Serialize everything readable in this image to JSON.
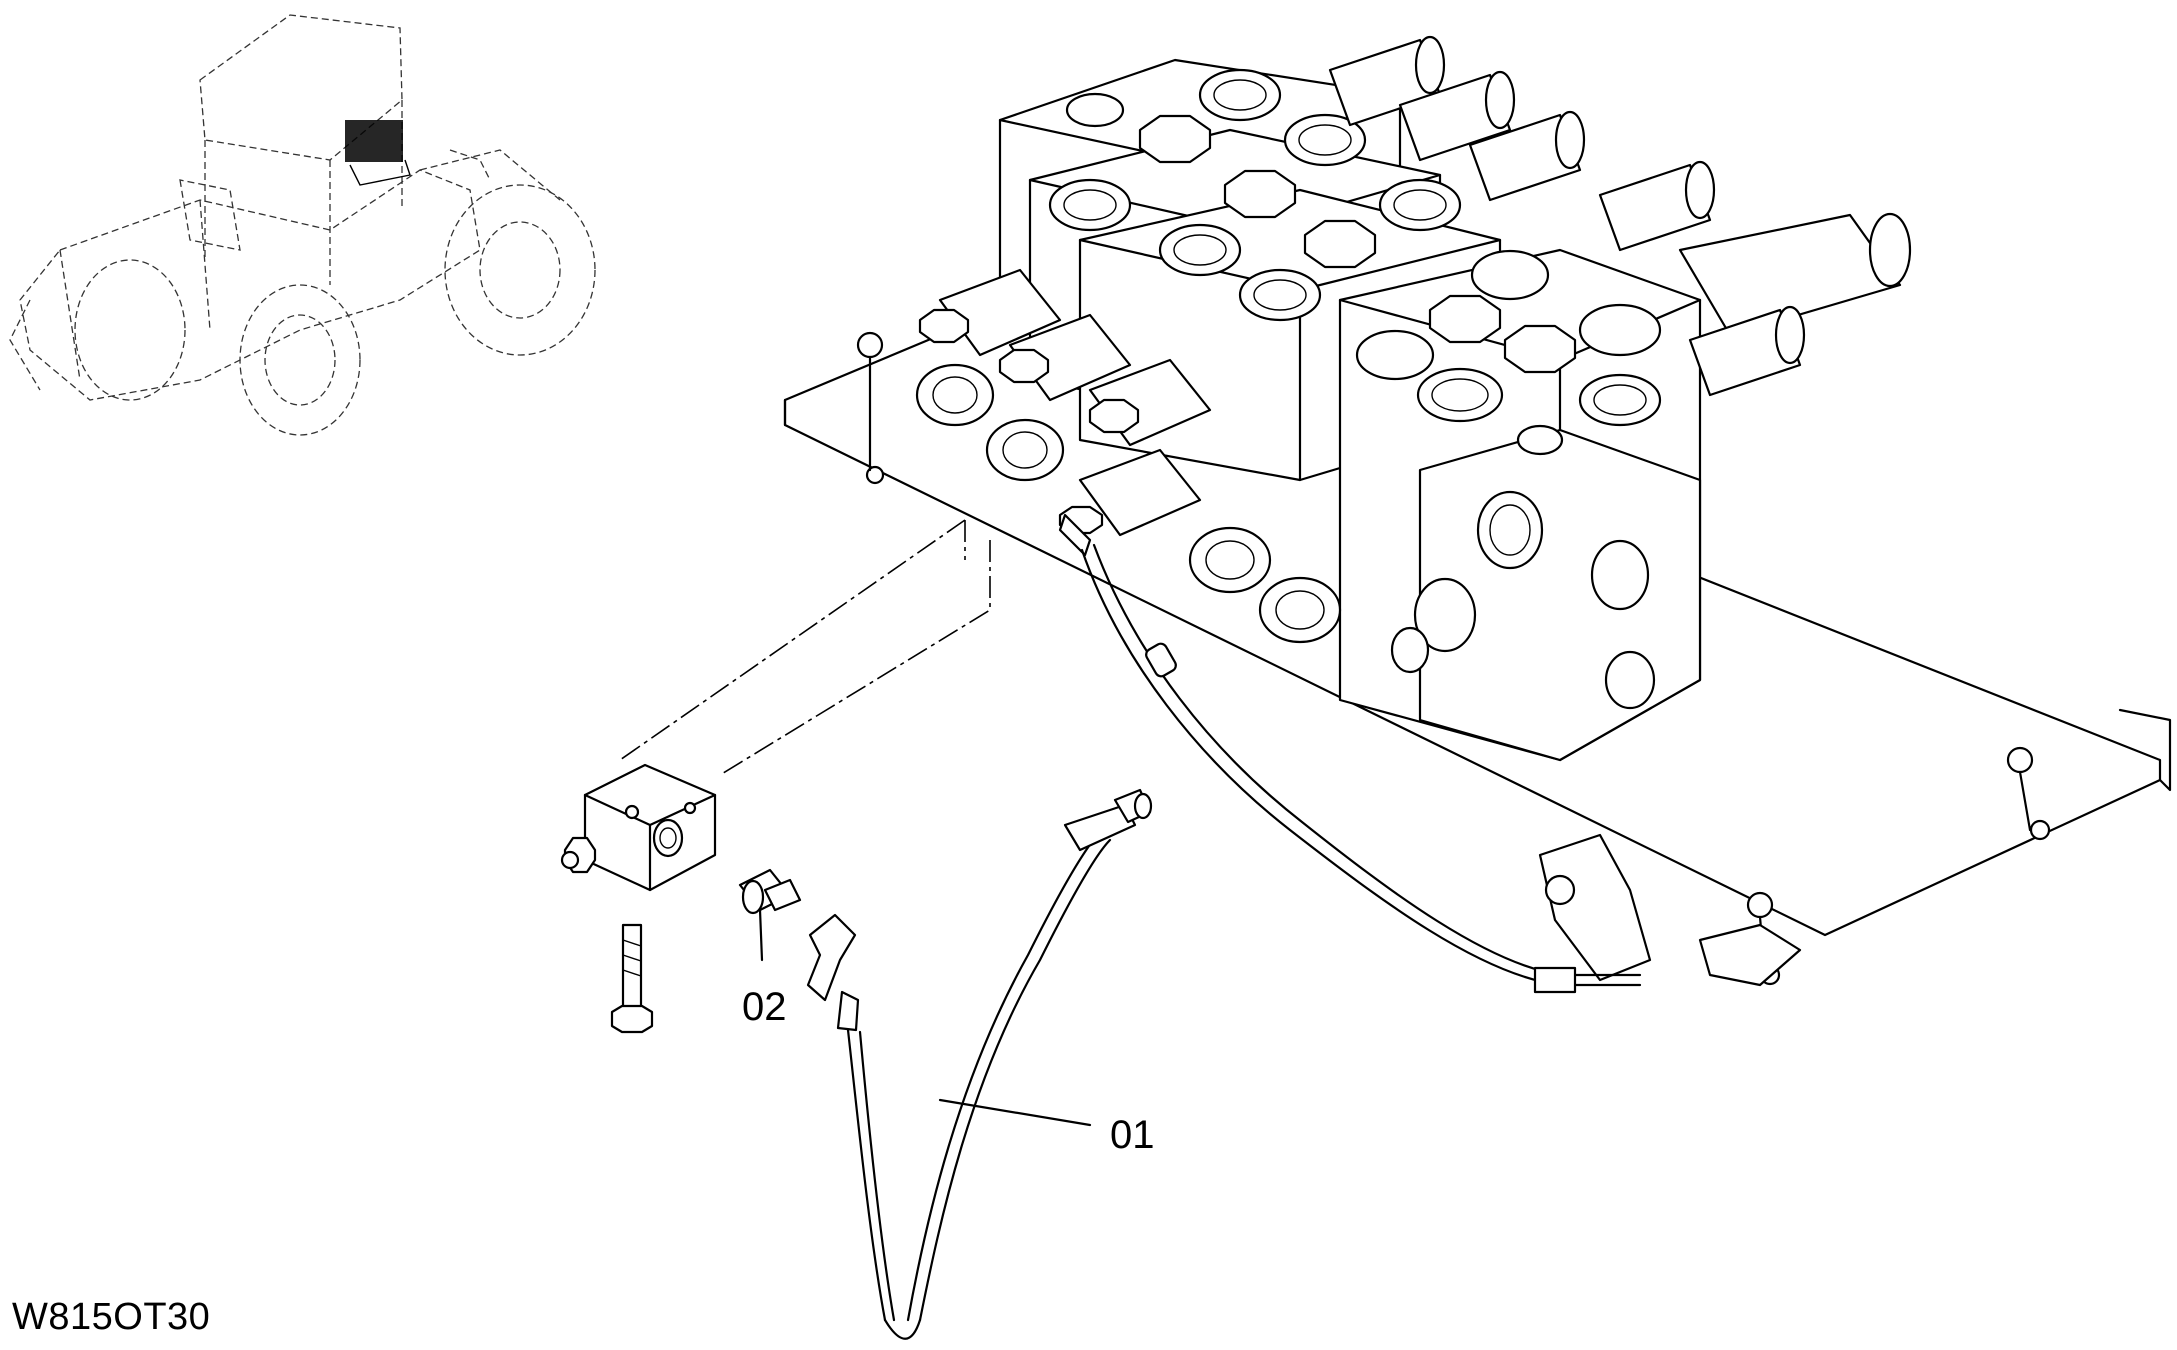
{
  "diagram": {
    "callouts": [
      {
        "id": "01",
        "label": "01"
      },
      {
        "id": "02",
        "label": "02"
      }
    ],
    "drawing_code": "W815OT30"
  }
}
